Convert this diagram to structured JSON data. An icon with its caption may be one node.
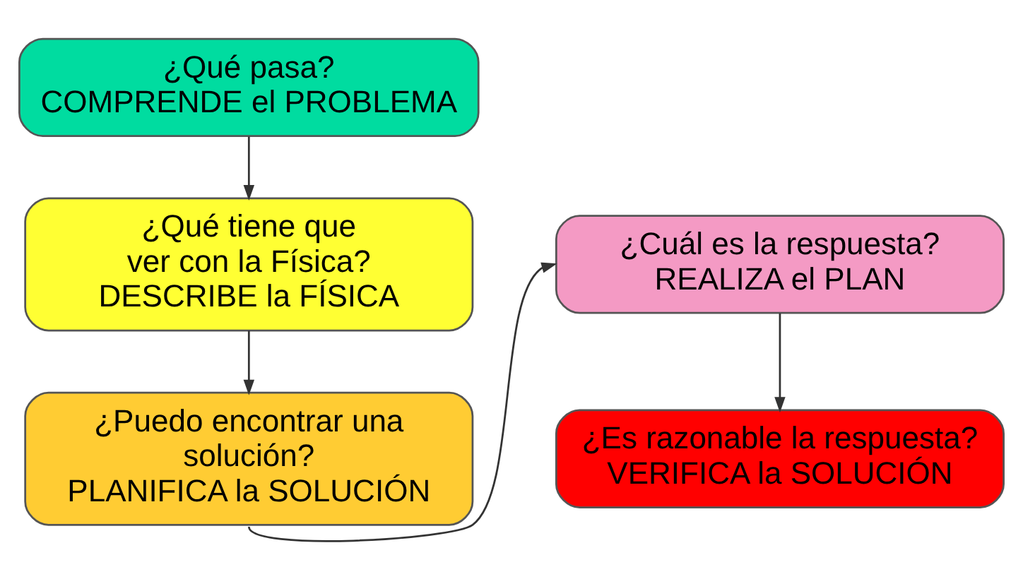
{
  "diagram": {
    "nodes": [
      {
        "text": [
          "¿Qué pasa?",
          "COMPRENDE el PROBLEMA"
        ]
      },
      {
        "text": [
          "¿Qué tiene que ver con la Física?",
          "DESCRIBE la FÍSICA"
        ]
      },
      {
        "text": [
          "¿Puedo encontrar una solución?",
          "PLANIFICA la SOLUCIÓN"
        ]
      },
      {
        "text": [
          "¿Cuál es la respuesta?",
          "REALIZA el PLAN"
        ]
      },
      {
        "text": [
          "¿Es razonable la respuesta?",
          "VERIFICA la SOLUCIÓN"
        ]
      }
    ],
    "edges": [
      {
        "from": 0,
        "to": 1,
        "arrow": "to"
      },
      {
        "from": 1,
        "to": 2,
        "arrow": "to"
      },
      {
        "from": 2,
        "to": 3,
        "arrow": "to"
      },
      {
        "from": 3,
        "to": 4,
        "arrow": "to"
      }
    ]
  }
}
